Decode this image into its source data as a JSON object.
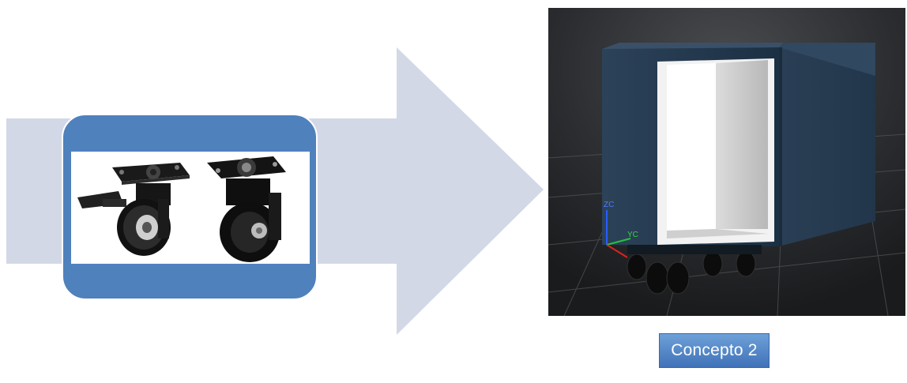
{
  "concept_button": {
    "label": "Concepto 2"
  },
  "render": {
    "axis_labels": {
      "z": "ZC",
      "y": "YC"
    }
  },
  "colors": {
    "arrow": "#d3d8e7",
    "card": "#4f81bd",
    "button": "#4f81bd",
    "render_bg": "#2a2c2f",
    "cabinet": "#1f3347"
  }
}
